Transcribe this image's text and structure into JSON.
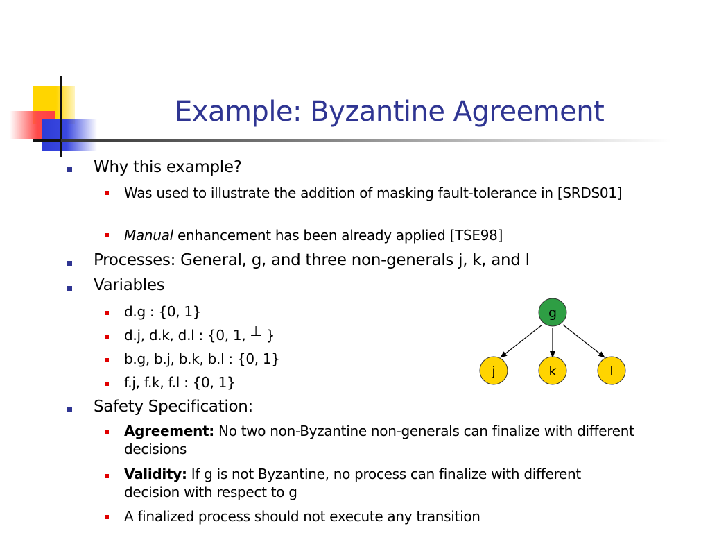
{
  "slide": {
    "title": "Example: Byzantine Agreement",
    "bullets": {
      "why": "Why this example?",
      "why_a": "Was used to illustrate the addition of masking fault-tolerance in [SRDS01]",
      "why_b_italic": "Manual",
      "why_b_rest": " enhancement has been already applied  [TSE98]",
      "processes": "Processes: General, g, and three non-generals j, k, and l",
      "variables": "Variables",
      "var_dg": "d.g : {0, 1}",
      "var_dj": "d.j, d.k, d.l : {0, 1, ",
      "var_dj_symbol": "⊥",
      "var_dj_end": " }",
      "var_bg": "b.g, b.j, b.k, b.l : {0, 1}",
      "var_fj": "f.j, f.k, f.l : {0, 1}",
      "safety": "Safety Specification:",
      "agree_label": "Agreement:",
      "agree_text": " No two non-Byzantine non-generals can finalize with different decisions",
      "valid_label": "Validity:",
      "valid_text": " If g is not Byzantine, no process can finalize with different decision with respect to g",
      "finalized": "A finalized process should not execute any transition"
    }
  },
  "diagram": {
    "nodes": [
      {
        "id": "g",
        "label": "g",
        "color": "#2e9e44"
      },
      {
        "id": "j",
        "label": "j",
        "color": "#ffd400"
      },
      {
        "id": "k",
        "label": "k",
        "color": "#ffd400"
      },
      {
        "id": "l",
        "label": "l",
        "color": "#ffd400"
      }
    ],
    "edges": [
      [
        "g",
        "j"
      ],
      [
        "g",
        "k"
      ],
      [
        "g",
        "l"
      ]
    ]
  }
}
